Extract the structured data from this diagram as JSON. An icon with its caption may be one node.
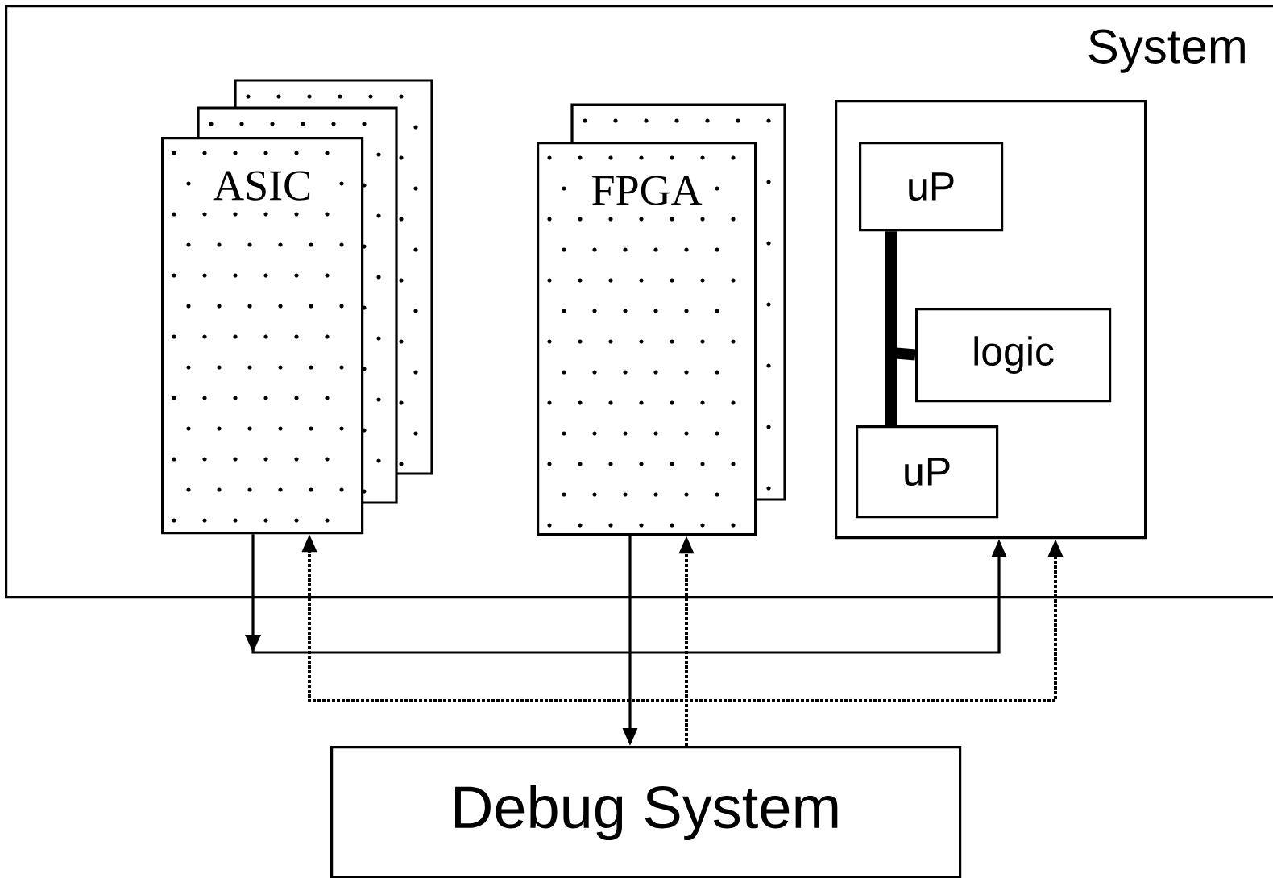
{
  "diagram": {
    "nodes": [
      {
        "text": [
          "System"
        ]
      },
      {
        "text": [
          "ASIC"
        ],
        "in": 0
      },
      {
        "text": [
          "FPGA"
        ],
        "in": 0
      },
      {
        "text": [],
        "shape": "box",
        "in": 0
      },
      {
        "text": [
          "uP"
        ],
        "in": 3
      },
      {
        "text": [
          "logic"
        ],
        "in": 3
      },
      {
        "text": [
          "uP"
        ],
        "in": 3
      },
      {
        "text": [
          "Debug System"
        ]
      }
    ],
    "edges": [
      {
        "from": 1,
        "to": 3,
        "arrow": "to"
      },
      {
        "from": 2,
        "to": 7,
        "arrow": "to"
      },
      {
        "from": 7,
        "to": 1,
        "arrow": "to",
        "style": "dashed"
      },
      {
        "from": 7,
        "to": 2,
        "arrow": "to",
        "style": "dashed"
      },
      {
        "from": 7,
        "to": 3,
        "arrow": "to",
        "style": "dashed"
      },
      {
        "from": 4,
        "to": 6,
        "arrow": "none",
        "style": "thick"
      },
      {
        "from": 5,
        "to": 6,
        "arrow": "none",
        "style": "thick"
      }
    ]
  }
}
